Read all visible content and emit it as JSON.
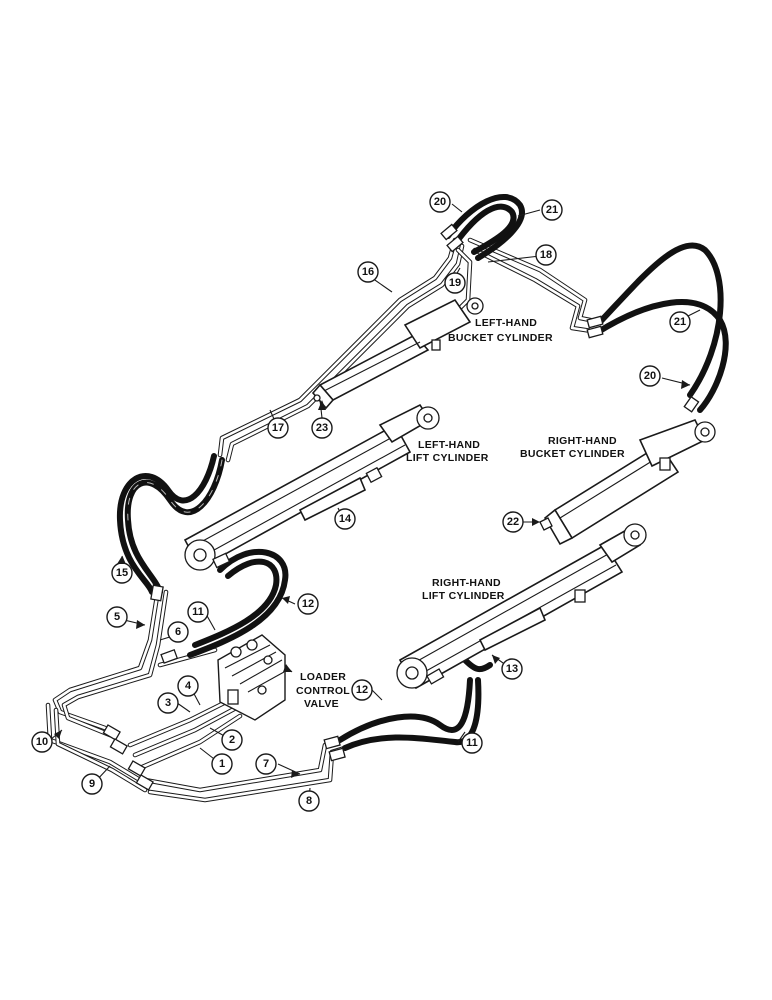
{
  "labels": {
    "lh_bucket_cylinder": [
      "LEFT-HAND",
      "BUCKET CYLINDER"
    ],
    "lh_lift_cylinder": [
      "LEFT-HAND",
      "LIFT CYLINDER"
    ],
    "rh_bucket_cylinder": [
      "RIGHT-HAND",
      "BUCKET CYLINDER"
    ],
    "rh_lift_cylinder": [
      "RIGHT-HAND",
      "LIFT CYLINDER"
    ],
    "loader_control_valve": [
      "LOADER",
      "CONTROL",
      "VALVE"
    ]
  },
  "callouts": [
    "1",
    "2",
    "3",
    "4",
    "5",
    "6",
    "7",
    "8",
    "9",
    "10",
    "11",
    "11",
    "12",
    "12",
    "13",
    "14",
    "15",
    "16",
    "17",
    "18",
    "19",
    "20",
    "20",
    "21",
    "21",
    "22",
    "23"
  ]
}
